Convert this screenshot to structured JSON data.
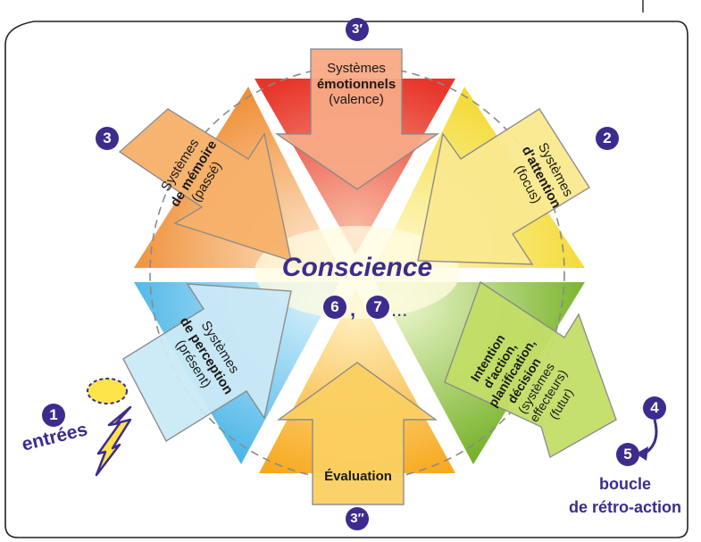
{
  "center": {
    "title": "Conscience",
    "num_a": "6",
    "sep": ",",
    "num_b": "7",
    "ellipsis": "..."
  },
  "top": {
    "badge": "3′",
    "line1": "Systèmes",
    "line2": "émotionnels",
    "line3": "(valence)",
    "color": "#e8352b"
  },
  "top_right": {
    "badge": "2",
    "line1": "Systèmes",
    "line2": "d'attention",
    "line3": "(focus)",
    "color": "#f2d82a"
  },
  "top_left": {
    "badge": "3",
    "line1": "Systèmes",
    "line2": "de mémoire",
    "line3": "(passé)",
    "color": "#ee8a2e"
  },
  "bottom_left": {
    "line1": "Systèmes",
    "line2": "de perception",
    "line3": "(présent)",
    "color": "#45b3e6"
  },
  "bottom_right": {
    "line1": "Intention",
    "line2": "d'action,",
    "line3": "planification,",
    "line4": "décision",
    "line5": "(systèmes",
    "line6": "effecteurs)",
    "line7": "(futur)",
    "color": "#8cbf2e"
  },
  "bottom": {
    "badge": "3″",
    "label": "Évaluation",
    "color": "#f7b92a"
  },
  "inputs": {
    "badge": "1",
    "label": "entrées"
  },
  "feedback": {
    "badge_a": "4",
    "badge_b": "5",
    "line1": "boucle",
    "line2": "de rétro-action"
  },
  "badge_color": "#3d2c8d"
}
